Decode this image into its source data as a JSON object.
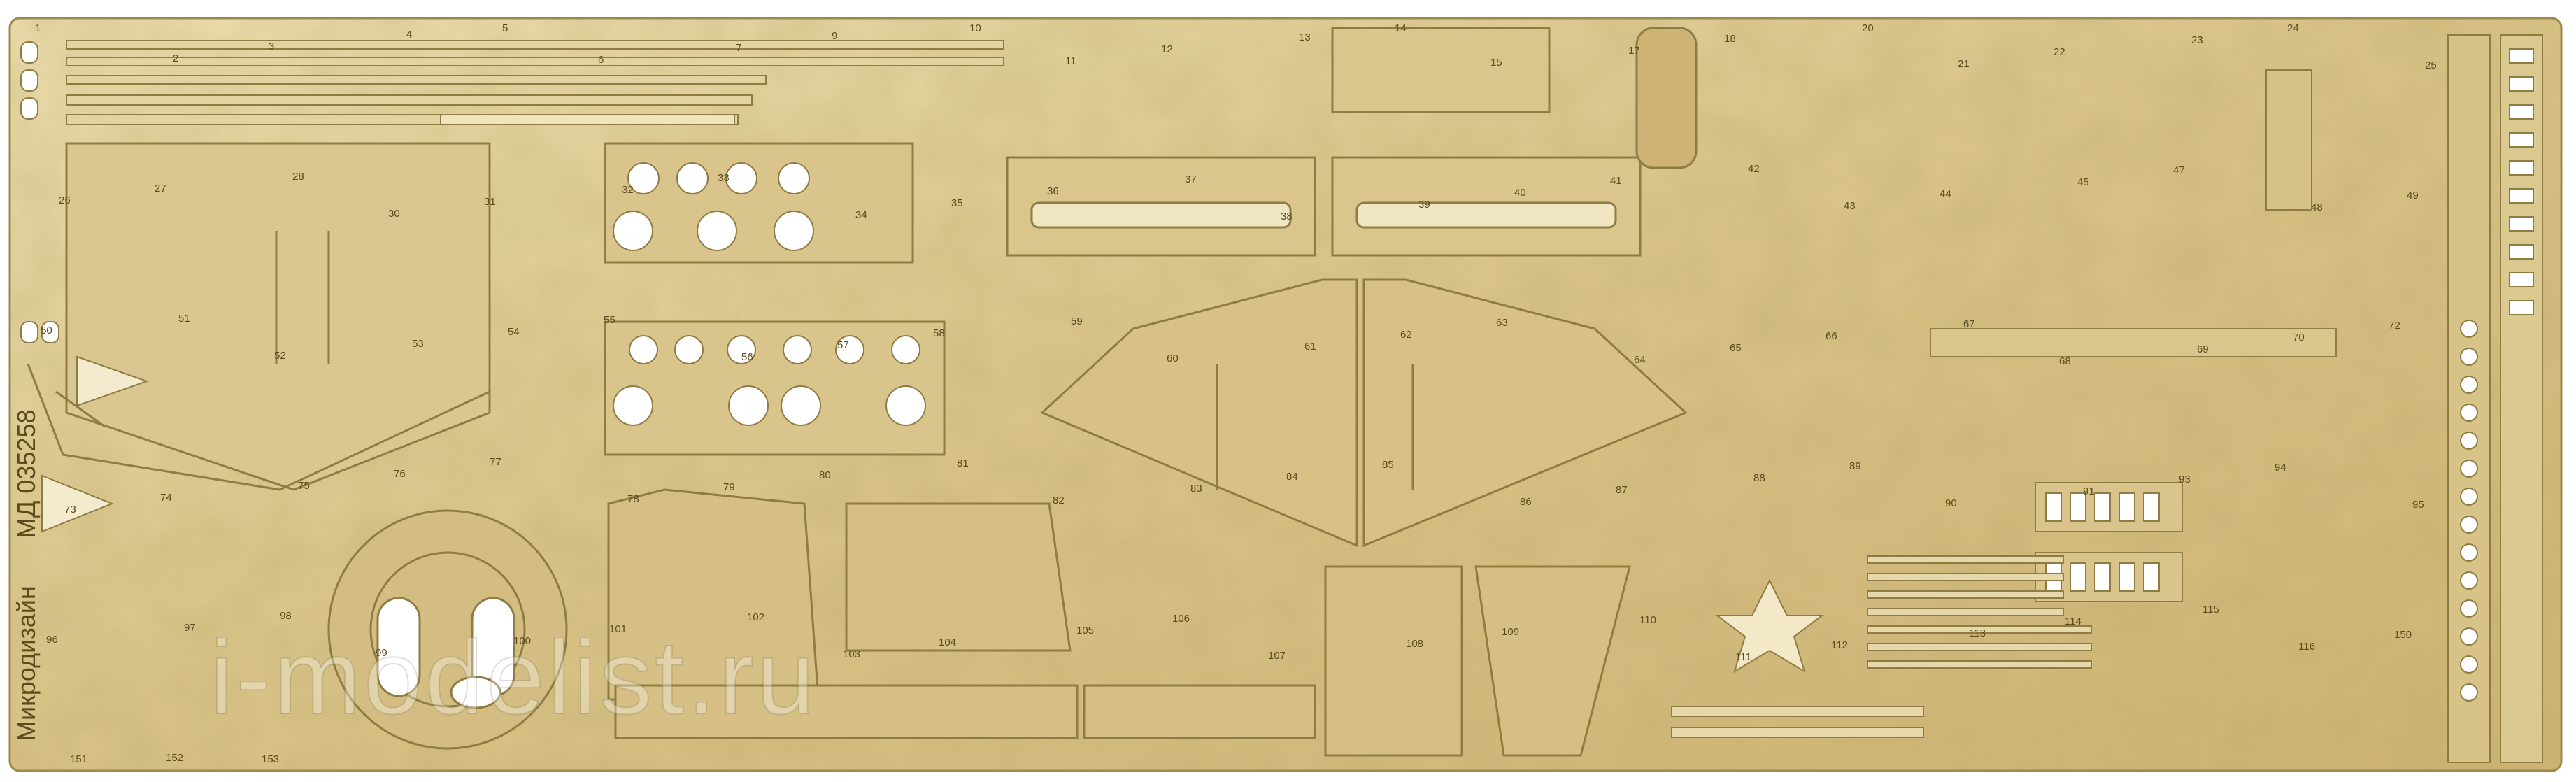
{
  "photo": {
    "subject": "photo-etched brass detail fret",
    "colors": {
      "brass": "#d8c287",
      "brass_light": "#e6d6a5",
      "brass_dark": "#b59c58",
      "line": "#8f7c42",
      "cutout": "#ffffff"
    }
  },
  "fret": {
    "product_code": "МД 035258",
    "maker_mark": "Микродизайн"
  },
  "watermark": {
    "text": "i-modelist.ru"
  },
  "part_numbers": [
    "1",
    "2",
    "3",
    "4",
    "5",
    "6",
    "7",
    "9",
    "10",
    "11",
    "12",
    "13",
    "14",
    "15",
    "17",
    "18",
    "20",
    "21",
    "22",
    "23",
    "24",
    "25",
    "26",
    "27",
    "28",
    "30",
    "31",
    "32",
    "33",
    "34",
    "35",
    "36",
    "37",
    "38",
    "39",
    "40",
    "41",
    "42",
    "43",
    "44",
    "45",
    "47",
    "48",
    "49",
    "50",
    "51",
    "52",
    "53",
    "54",
    "55",
    "56",
    "57",
    "58",
    "59",
    "60",
    "61",
    "62",
    "63",
    "64",
    "65",
    "66",
    "67",
    "68",
    "69",
    "70",
    "72",
    "73",
    "74",
    "75",
    "76",
    "77",
    "78",
    "79",
    "80",
    "81",
    "82",
    "83",
    "84",
    "85",
    "86",
    "87",
    "88",
    "89",
    "90",
    "91",
    "93",
    "94",
    "95",
    "96",
    "97",
    "98",
    "99",
    "100",
    "101",
    "102",
    "103",
    "104",
    "105",
    "106",
    "107",
    "108",
    "109",
    "110",
    "111",
    "112",
    "113",
    "114",
    "115",
    "116",
    "150",
    "151",
    "152",
    "153"
  ]
}
